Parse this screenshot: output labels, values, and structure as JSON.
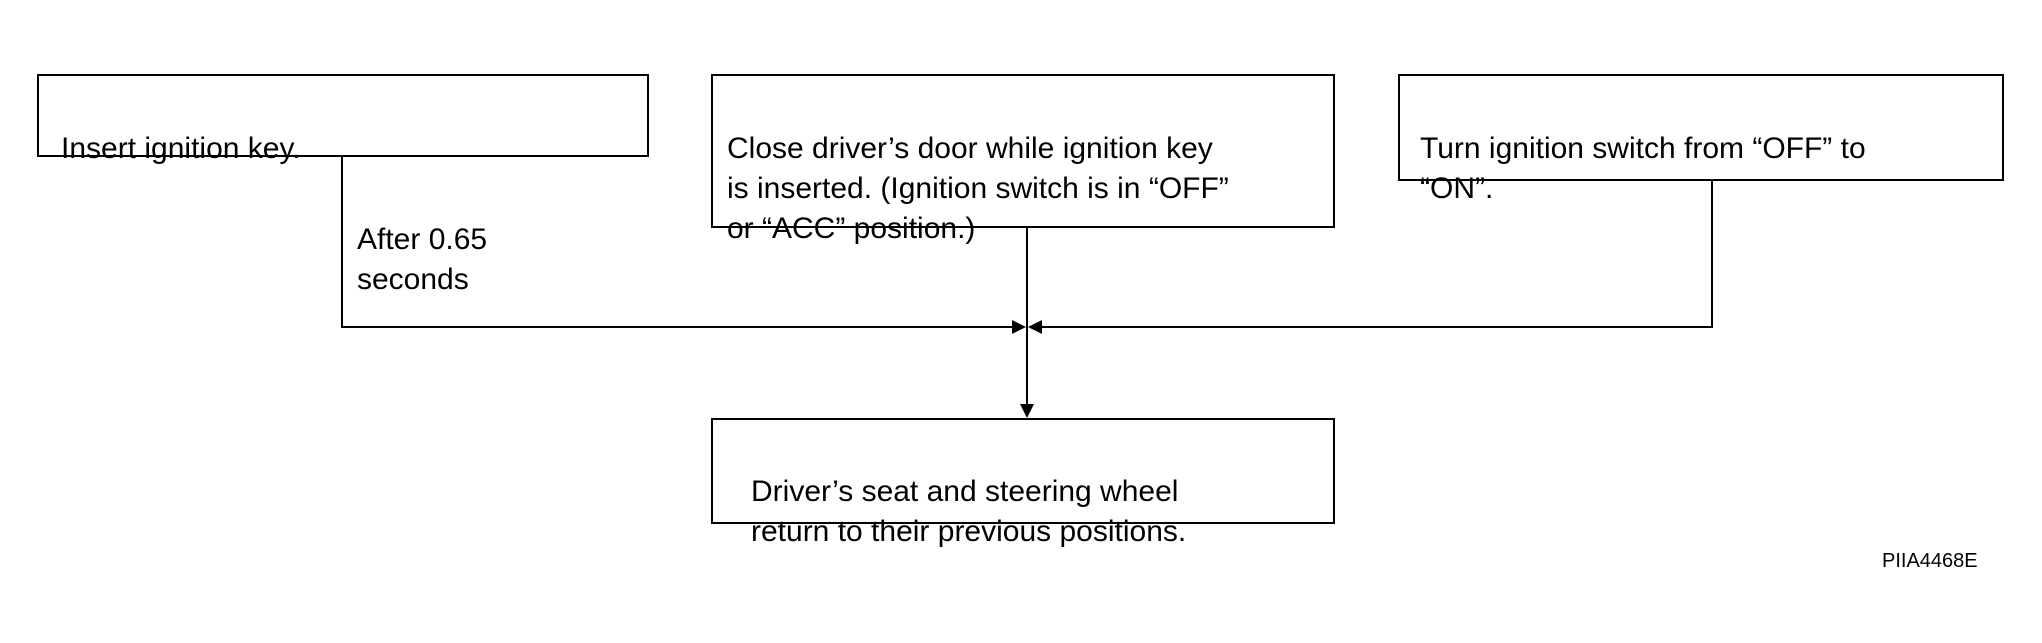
{
  "diagram": {
    "boxes": {
      "insert_key": "Insert ignition key.",
      "close_door": "Close driver’s door while ignition key\nis inserted. (Ignition switch is in “OFF”\nor “ACC” position.)",
      "turn_switch": "Turn ignition switch from “OFF” to\n“ON”.",
      "result": "Driver’s seat and steering wheel\nreturn to their previous positions."
    },
    "delay_label": "After 0.65\nseconds",
    "figure_code": "PIIA4468E"
  }
}
